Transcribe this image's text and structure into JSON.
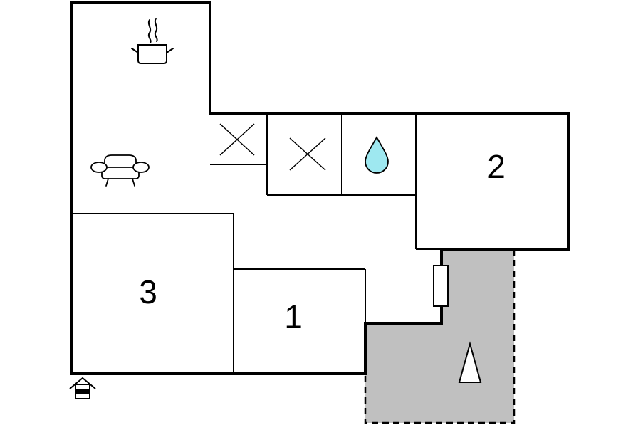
{
  "floor_plan": {
    "rooms": [
      {
        "label": "1"
      },
      {
        "label": "2"
      },
      {
        "label": "3"
      }
    ],
    "icons": {
      "kitchen": "cooking-pot-icon",
      "living": "sofa-icon",
      "toilet_1": "toilet-x-icon",
      "toilet_2": "toilet-x-icon",
      "bathroom": "water-drop-icon",
      "entrance": "entrance-house-icon",
      "radiator": "radiator-icon",
      "terrace_marker": "terrace-triangle-icon"
    },
    "colors": {
      "wall": "#000000",
      "terrace_fill": "#c0c0c0",
      "water_drop": "#9ee8f0"
    }
  }
}
